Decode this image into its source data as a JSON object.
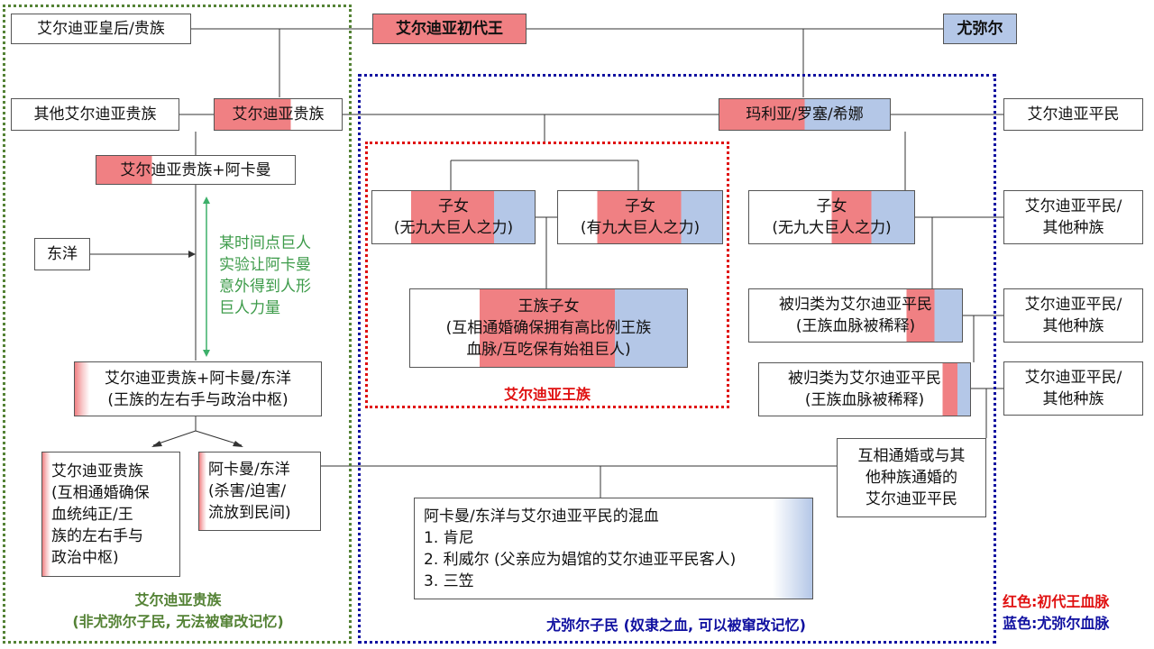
{
  "colors": {
    "red": "#f08083",
    "blue": "#b4c7e7",
    "green_region": "#548235",
    "red_region": "#e01010",
    "blue_region": "#1010a0",
    "annotation": "#3d9b4a"
  },
  "nodes": {
    "queen": "艾尔迪亚皇后/贵族",
    "first_king": "艾尔迪亚初代王",
    "ymir": "尤弥尔",
    "other_nobles": "其他艾尔迪亚贵族",
    "eldian_noble": "艾尔迪亚贵族",
    "maria_rose_sina": "玛利亚/罗塞/希娜",
    "commoner_top": "艾尔迪亚平民",
    "noble_ackerman": "艾尔迪亚贵族+阿卡曼",
    "child_left": {
      "line1": "子女",
      "line2": "(无九大巨人之力)"
    },
    "child_mid": {
      "line1": "子女",
      "line2": "(有九大巨人之力)"
    },
    "child_right": {
      "line1": "子女",
      "line2": "(无九大巨人之力)"
    },
    "commoner_other_1": {
      "line1": "艾尔迪亚平民/",
      "line2": "其他种族"
    },
    "commoner_other_2": {
      "line1": "艾尔迪亚平民/",
      "line2": "其他种族"
    },
    "commoner_other_3": {
      "line1": "艾尔迪亚平民/",
      "line2": "其他种族"
    },
    "east": "东洋",
    "royal_children": {
      "line1": "王族子女",
      "line2": "(互相通婚确保拥有高比例王族",
      "line3": "血脉/互吃保有始祖巨人)"
    },
    "classified_1": {
      "line1": "被归类为艾尔迪亚平民",
      "line2": "(王族血脉被稀释)"
    },
    "classified_2": {
      "line1": "被归类为艾尔迪亚平民",
      "line2": "(王族血脉被稀释)"
    },
    "noble_ack_east": {
      "line1": "艾尔迪亚贵族+阿卡曼/东洋",
      "line2": "(王族的左右手与政治中枢)"
    },
    "intermarry": {
      "line1": "互相通婚或与其",
      "line2": "他种族通婚的",
      "line3": "艾尔迪亚平民"
    },
    "noble_bottom": {
      "line1": "艾尔迪亚贵族",
      "line2": "(互相通婚确保",
      "line3": "血统纯正/王",
      "line4": "族的左右手与",
      "line5": "政治中枢)"
    },
    "ack_east": {
      "line1": "阿卡曼/东洋",
      "line2": "(杀害/迫害/",
      "line3": "流放到民间)"
    },
    "mixed": {
      "line1": "阿卡曼/东洋与艾尔迪亚平民的混血",
      "item1": "1. 肯尼",
      "item2": "2. 利威尔 (父亲应为娼馆的艾尔迪亚平民客人)",
      "item3": "3. 三笠"
    }
  },
  "annotation": {
    "line1": "某时间点巨人",
    "line2": "实验让阿卡曼",
    "line3": "意外得到人形",
    "line4": "巨人力量"
  },
  "regions": {
    "royal_label": "艾尔迪亚王族",
    "noble_label_1": "艾尔迪亚贵族",
    "noble_label_2": "(非尤弥尔子民, 无法被窜改记忆)",
    "ymir_label": "尤弥尔子民 (奴隶之血, 可以被窜改记忆)"
  },
  "legend": {
    "red": "红色:初代王血脉",
    "blue": "蓝色:尤弥尔血脉"
  }
}
